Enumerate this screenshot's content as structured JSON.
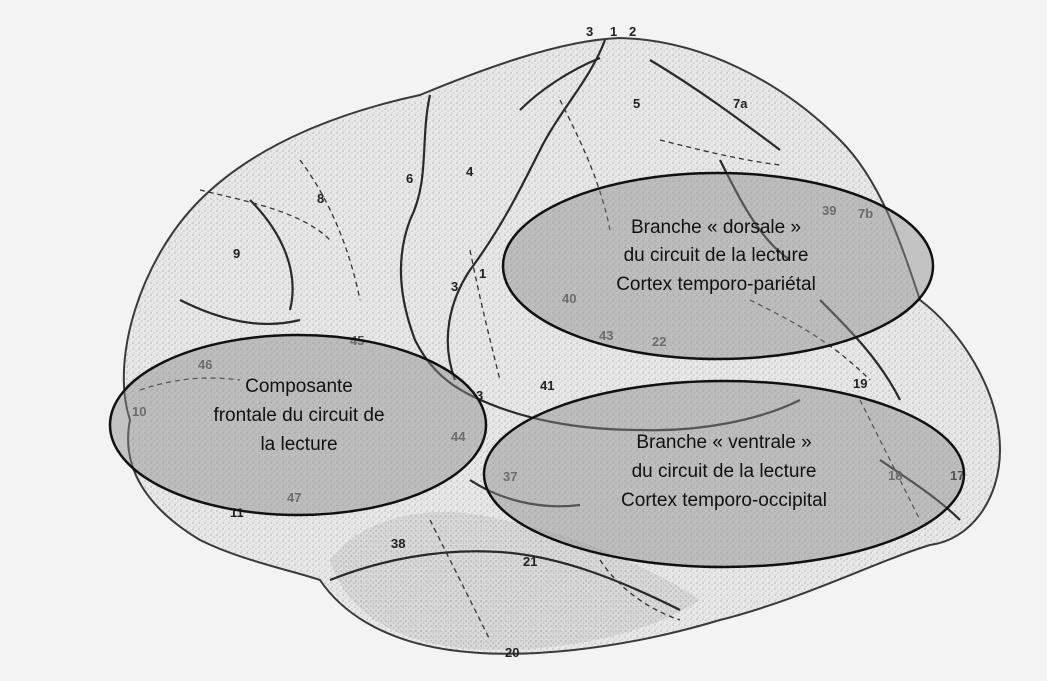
{
  "zones": {
    "dorsal": {
      "line1": "Branche « dorsale »",
      "line2": "du circuit de la lecture",
      "line3": "Cortex temporo-pariétal"
    },
    "frontal": {
      "line1": "Composante",
      "line2": "frontale du circuit de",
      "line3": "la lecture"
    },
    "ventral": {
      "line1": "Branche « ventrale »",
      "line2": "du circuit de la lecture",
      "line3": "Cortex temporo-occipital"
    }
  },
  "areas": {
    "a3top": "3",
    "a1top": "1",
    "a2top": "2",
    "a5": "5",
    "a7a": "7a",
    "a6": "6",
    "a4": "4",
    "a8": "8",
    "a9": "9",
    "a3mid": "3",
    "a1mid": "1",
    "a41": "41",
    "a3low": "3",
    "a19": "19",
    "a38": "38",
    "a21": "21",
    "a20": "20",
    "a17": "17",
    "a11": "11",
    "a10": "10",
    "a46": "46",
    "a44": "44",
    "a47": "47",
    "a39": "39",
    "a40": "40",
    "a22": "22",
    "a45": "45",
    "a37": "37",
    "a7b": "7b",
    "a43": "43",
    "a18": "18"
  }
}
